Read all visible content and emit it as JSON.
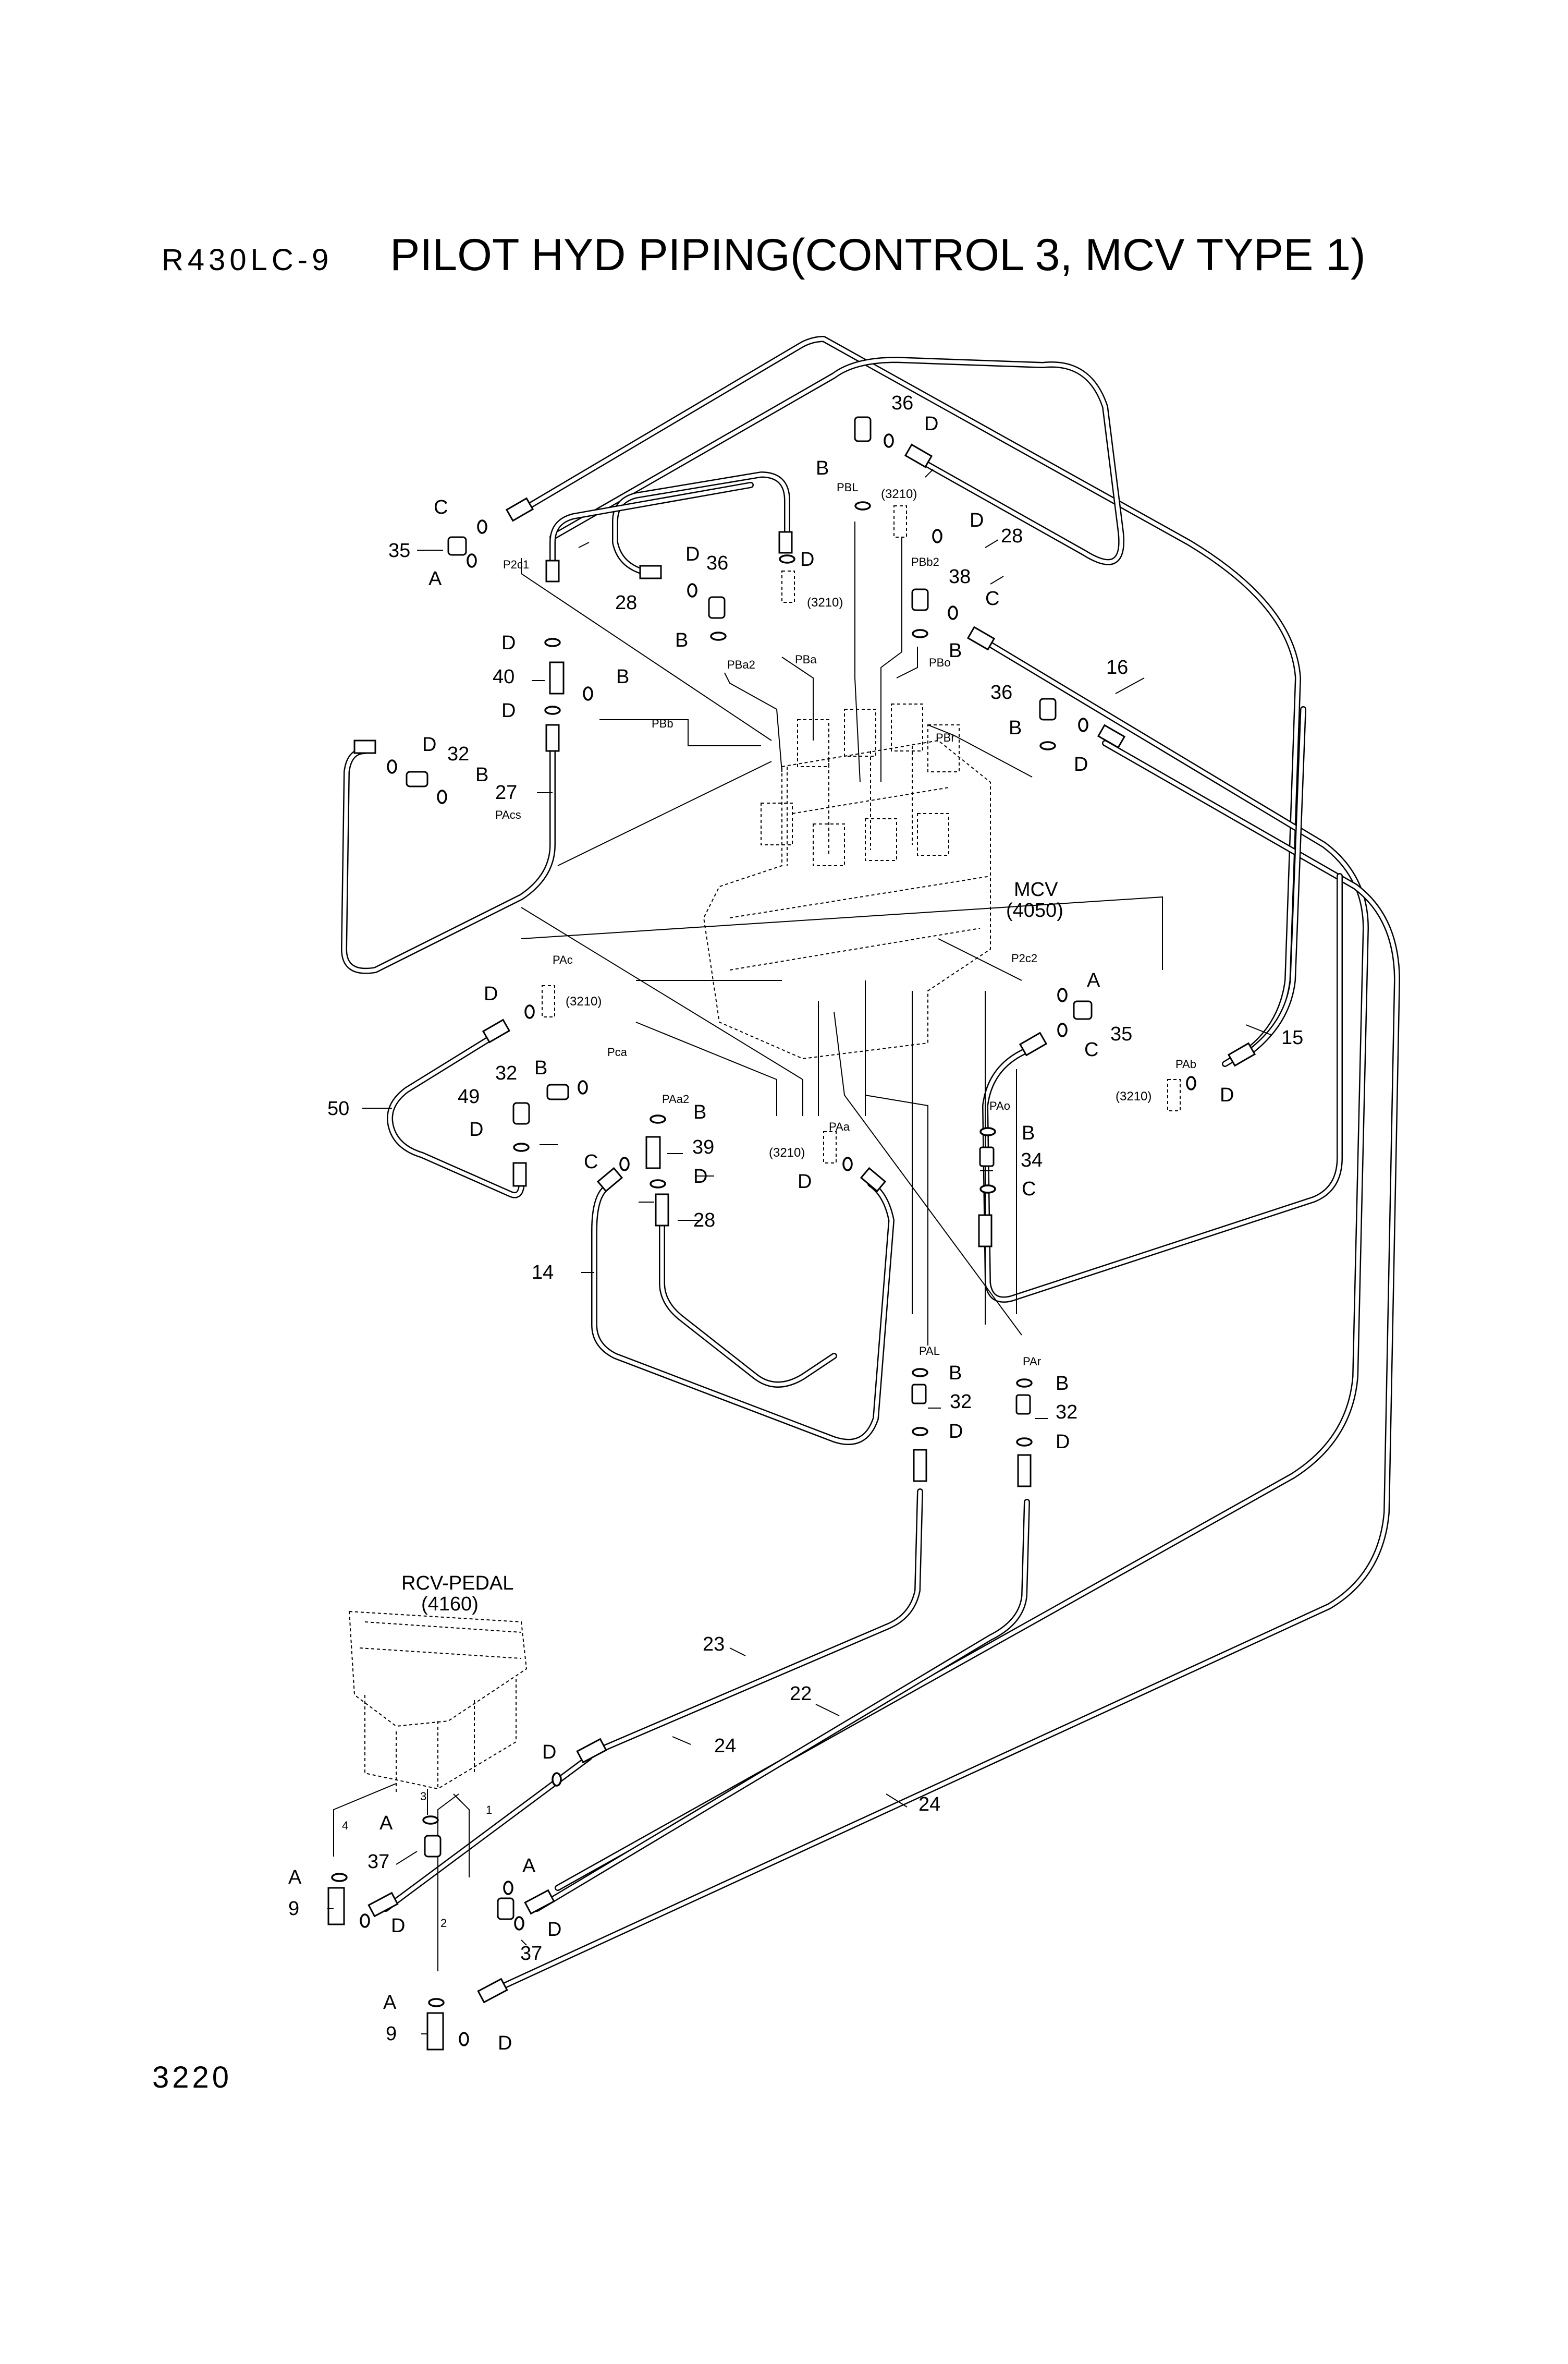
{
  "header": {
    "model": "R430LC-9",
    "title": "PILOT HYD PIPING(CONTROL 3, MCV TYPE 1)"
  },
  "page_number": "3220",
  "components": {
    "mcv": "MCV",
    "mcv_ref": "(4050)",
    "rcv": "RCV-PEDAL",
    "rcv_ref": "(4160)",
    "ref_3210": "(3210)"
  },
  "ports": {
    "P2c1": "P2c1",
    "PBa2": "PBa2",
    "PBa": "PBa",
    "PBL": "PBL",
    "PBb2": "PBb2",
    "PBo": "PBo",
    "PBb": "PBb",
    "PBr": "PBr",
    "PAcs": "PAcs",
    "PAc": "PAc",
    "Pca": "Pca",
    "PAa2": "PAa2",
    "PAa": "PAa",
    "P2c2": "P2c2",
    "PAo": "PAo",
    "PAb": "PAb",
    "PAL": "PAL",
    "PAr": "PAr"
  },
  "callouts": {
    "A": "A",
    "B": "B",
    "C": "C",
    "D": "D",
    "n1": "1",
    "n2": "2",
    "n3": "3",
    "n4": "4",
    "n9": "9",
    "n14": "14",
    "n15": "15",
    "n16": "16",
    "n22": "22",
    "n23": "23",
    "n24": "24",
    "n27": "27",
    "n28": "28",
    "n32": "32",
    "n34": "34",
    "n35": "35",
    "n36": "36",
    "n37": "37",
    "n38": "38",
    "n39": "39",
    "n40": "40",
    "n49": "49",
    "n50": "50"
  }
}
